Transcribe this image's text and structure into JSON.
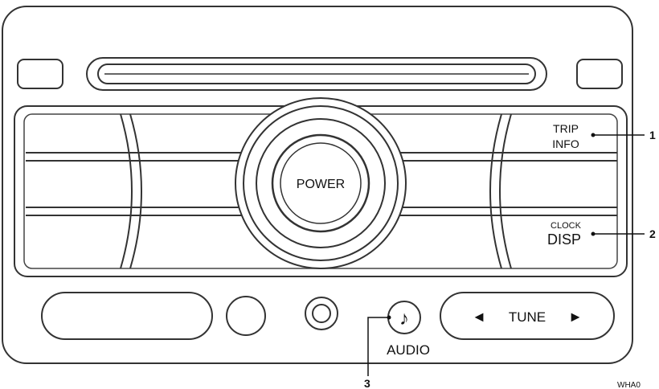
{
  "labels": {
    "trip": "TRIP",
    "info": "INFO",
    "clock": "CLOCK",
    "disp": "DISP",
    "power": "POWER",
    "tune": "TUNE",
    "audio": "AUDIO",
    "tune_left_arrow": "◄",
    "tune_right_arrow": "►",
    "audio_note": "♪"
  },
  "callouts": {
    "c1": "1",
    "c2": "2",
    "c3": "3"
  },
  "figure_code": "WHA0"
}
